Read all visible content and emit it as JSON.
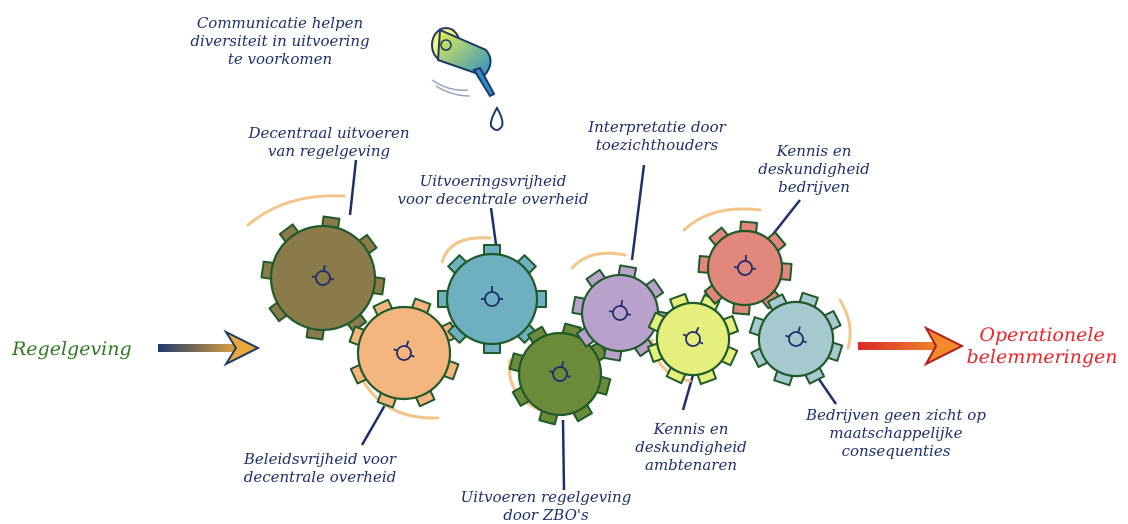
{
  "labels": {
    "communicatie": "Communicatie helpen\ndiversiteit in uitvoering\nte voorkomen",
    "decentraal": "Decentraal uitvoeren\nvan regelgeving",
    "uitvoeringsvrijheid": "Uitvoeringsvrijheid\nvoor decentrale overheid",
    "interpretatie": "Interpretatie door\ntoezichthouders",
    "kennis_bedrijven": "Kennis en\ndeskundigheid\nbedrijven",
    "beleidsvrijheid": "Beleidsvrijheid voor\ndecentrale overheid",
    "uitvoeren_zbo": "Uitvoeren  regelgeving\ndoor ZBO's",
    "kennis_ambtenaren": "Kennis en\ndeskundigheid\nambtenaren",
    "bedrijven_zicht": "Bedrijven geen zicht op\nmaatschappelijke\nconsequenties"
  },
  "input_label": "Regelgeving",
  "output_label": "Operationele\nbelemmeringen",
  "colors": {
    "text": "#1f2f6b",
    "input": "#2f7a1f",
    "output": "#e5262a",
    "gear_outline": "#1e5a2a",
    "motion_arc": "#f3c58a",
    "gear_olive_brown": "#8b7b4a",
    "gear_orange": "#f5b57e",
    "gear_teal": "#6fb0c0",
    "gear_dark_green": "#6b8a3a",
    "gear_purple": "#b8a2cc",
    "gear_yellow_green": "#e5ef7e",
    "gear_salmon": "#e2877c",
    "gear_grey_blue": "#a6c9cf",
    "oilcan": "#3a9bd0"
  },
  "icons": [
    "oil-can-icon",
    "oil-drop-icon",
    "arrow-right-icon",
    "gear-icon"
  ]
}
